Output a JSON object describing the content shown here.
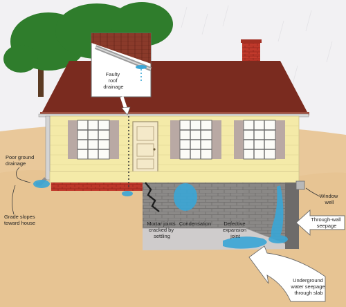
{
  "labels": {
    "faulty_roof_drainage": [
      "Faulty",
      "roof",
      "drainage"
    ],
    "poor_ground_drainage": [
      "Poor ground",
      "drainage"
    ],
    "grade_slopes": [
      "Grade slopes",
      "toward house"
    ],
    "window_well": [
      "Window",
      "well"
    ],
    "mortar_joints": [
      "Mortar joints",
      "cracked by",
      "settling"
    ],
    "condensation": [
      "Condensation"
    ],
    "defective_expansion_joint": [
      "Defective",
      "expansion",
      "joint"
    ],
    "through_wall_seepage": [
      "Through-wall",
      "seepage"
    ],
    "underground_water_seepage": [
      "Underground",
      "water seepage",
      "through slab"
    ]
  },
  "colors": {
    "sky": "#f2f1f3",
    "ground": "#e9c89a",
    "roof": "#7a2b1f",
    "siding": "#f4eaa8",
    "shutter": "#b9a9a4",
    "brick": "#c0392b",
    "foundation_block": "#8a8887",
    "floor_slab": "#cfcccc",
    "water": "#3aa6d6",
    "tree": "#2f7d2c"
  }
}
